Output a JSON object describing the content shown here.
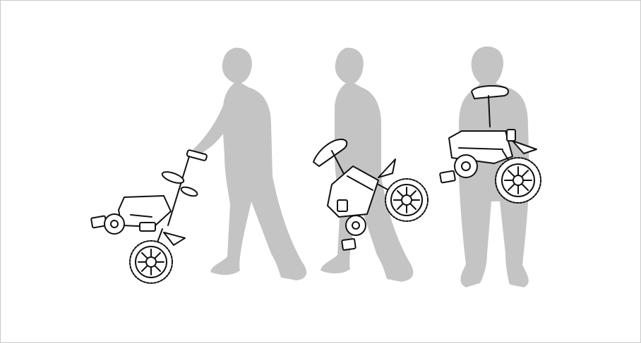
{
  "figure": {
    "panels": [
      {
        "id": "pushing",
        "icon": "person-pushing-folded-bike-icon"
      },
      {
        "id": "carrying-side",
        "icon": "person-carrying-folded-bike-icon"
      },
      {
        "id": "carrying-front",
        "icon": "person-holding-folded-bike-icon"
      }
    ],
    "colors": {
      "silhouette": "#c4c4c4",
      "line_art": "#111111",
      "background": "#ffffff",
      "border": "#c8c8c8"
    }
  }
}
